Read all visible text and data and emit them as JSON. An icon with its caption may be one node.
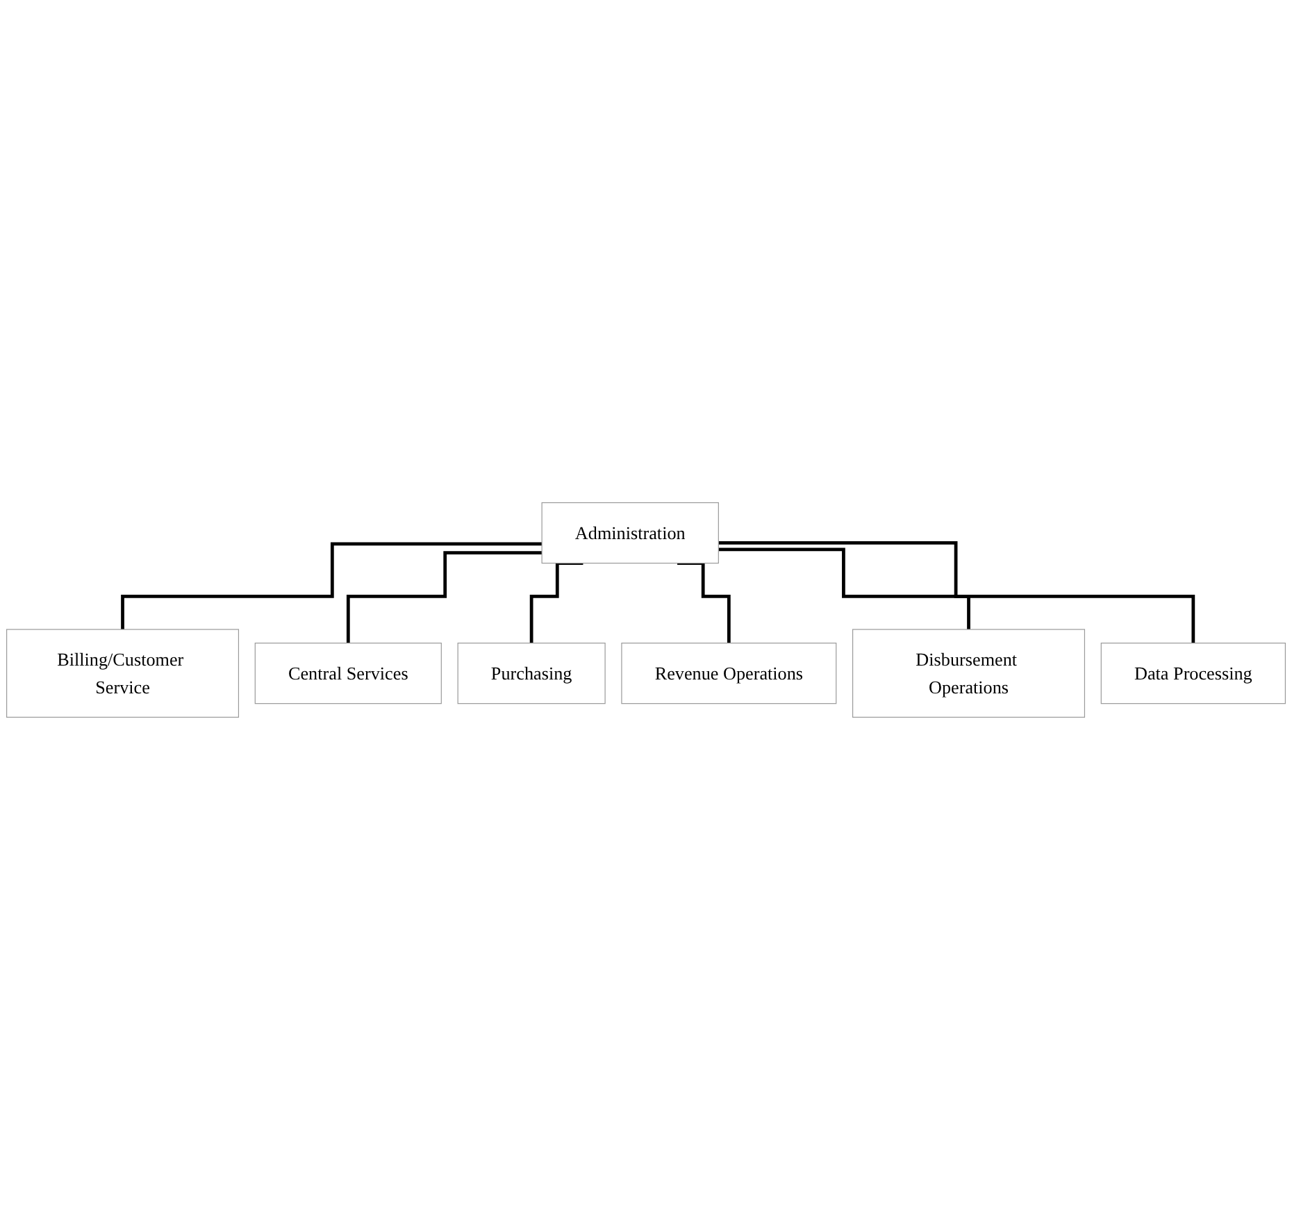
{
  "diagram": {
    "nodes": [
      {
        "text": [
          "Administration"
        ]
      },
      {
        "text": [
          "Billing/Customer Service"
        ]
      },
      {
        "text": [
          "Central Services"
        ]
      },
      {
        "text": [
          "Purchasing"
        ]
      },
      {
        "text": [
          "Revenue Operations"
        ]
      },
      {
        "text": [
          "Disbursement Operations"
        ]
      },
      {
        "text": [
          "Data Processing"
        ]
      }
    ],
    "edges": [
      {
        "from": 0,
        "to": 1,
        "arrow": "none"
      },
      {
        "from": 0,
        "to": 2,
        "arrow": "none"
      },
      {
        "from": 0,
        "to": 3,
        "arrow": "none"
      },
      {
        "from": 0,
        "to": 4,
        "arrow": "none"
      },
      {
        "from": 0,
        "to": 5,
        "arrow": "none"
      },
      {
        "from": 0,
        "to": 6,
        "arrow": "none"
      }
    ]
  }
}
